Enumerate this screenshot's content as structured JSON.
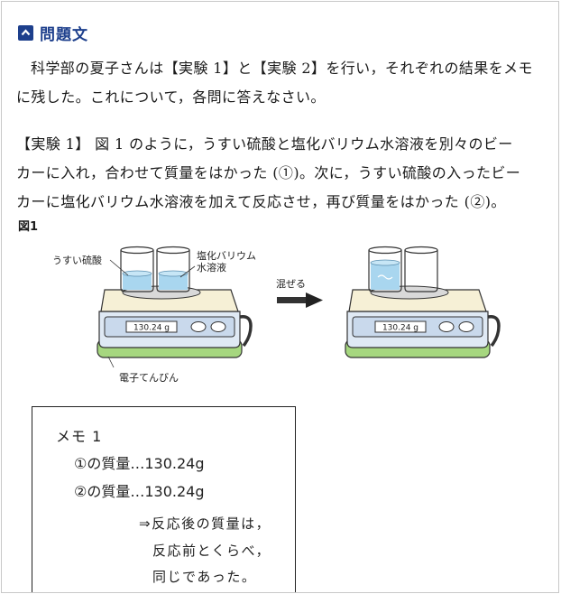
{
  "section": {
    "title": "問題文"
  },
  "intro": {
    "line1": "科学部の夏子さんは【実験 1】と【実験 2】を行い，それぞれの結果をメモ",
    "line2": "に残した。これについて，各問に答えなさい。"
  },
  "experiment1": {
    "line1": "【実験 1】 図 1 のように，うすい硫酸と塩化バリウム水溶液を別々のビー",
    "line2": "カーに入れ，合わせて質量をはかった (①)。次に，うすい硫酸の入ったビー",
    "line3": "カーに塩化バリウム水溶液を加えて反応させ，再び質量をはかった (②)。"
  },
  "figure1": {
    "label": "図1",
    "left_beaker_label": "うすい硫酸",
    "right_beaker_label_1": "塩化バリウム",
    "right_beaker_label_2": "水溶液",
    "arrow_label": "混ぜる",
    "scale_label": "電子てんびん",
    "display_before": "130.24 g",
    "display_after": "130.24 g"
  },
  "memo": {
    "title": "メモ 1",
    "line1": "①の質量…130.24g",
    "line2": "②の質量…130.24g",
    "note1": "⇒反応後の質量は，",
    "note2": "反応前とくらべ，",
    "note3": "同じであった。"
  },
  "colors": {
    "accent": "#1d3f8c",
    "liquid": "#a9d6ef",
    "scale_top": "#f6f0d6",
    "scale_panel": "#c9d9ec",
    "scale_base": "#a6d77f"
  }
}
